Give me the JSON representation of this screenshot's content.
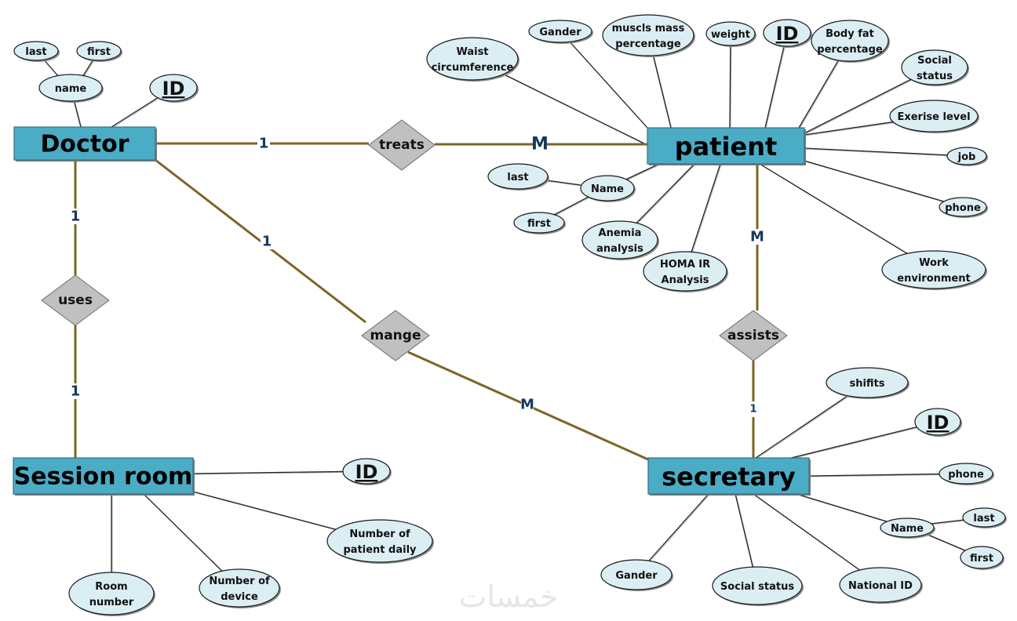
{
  "diagram": {
    "type": "ER diagram",
    "colors": {
      "entity_fill": "#4bacc6",
      "relationship_fill": "#c0c0c0",
      "attribute_fill": "#dbeef4",
      "relationship_line": "#7d6526",
      "cardinality_text": "#17375e"
    },
    "entities": [
      {
        "id": "doctor",
        "label": "Doctor"
      },
      {
        "id": "patient",
        "label": "patient"
      },
      {
        "id": "session_room",
        "label": "Session room"
      },
      {
        "id": "secretary",
        "label": "secretary"
      }
    ],
    "relationships": [
      {
        "id": "treats",
        "label": "treats",
        "from": "doctor",
        "to": "patient",
        "from_card": "1",
        "to_card": "M"
      },
      {
        "id": "uses",
        "label": "uses",
        "from": "doctor",
        "to": "session_room",
        "from_card": "1",
        "to_card": "1"
      },
      {
        "id": "mange",
        "label": "mange",
        "from": "doctor",
        "to": "secretary",
        "from_card": "1",
        "to_card": "M"
      },
      {
        "id": "assists",
        "label": "assists",
        "from": "patient",
        "to": "secretary",
        "from_card": "M",
        "to_card": "1"
      }
    ],
    "attributes": {
      "doctor": [
        "name",
        "last",
        "first",
        "ID"
      ],
      "patient": [
        "Waist circumference",
        "Gander",
        "muscls mass percentage",
        "weight",
        "ID",
        "Body fat percentage",
        "Social status",
        "Exerise level",
        "job",
        "phone",
        "Work environment",
        "Name",
        "last",
        "first",
        "Anemia analysis",
        "HOMA IR Analysis"
      ],
      "session_room": [
        "ID",
        "Number of patient daily",
        "Number of device",
        "Room number"
      ],
      "secretary": [
        "shifits",
        "ID",
        "phone",
        "Name",
        "last",
        "first",
        "National ID",
        "Social status",
        "Gander"
      ]
    },
    "watermark": "خمسات"
  }
}
